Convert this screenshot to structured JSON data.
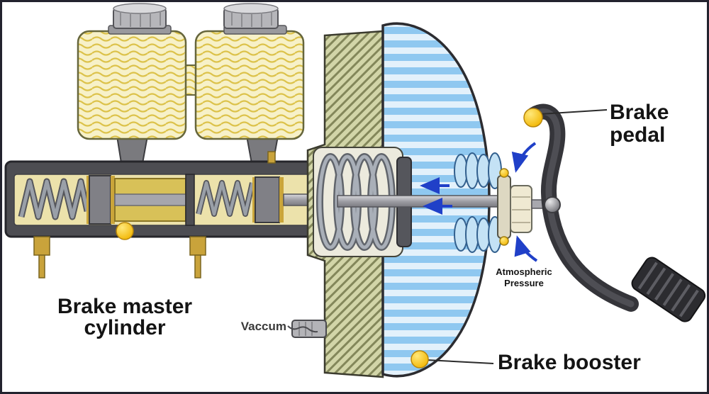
{
  "labels": {
    "brake_pedal": [
      "Brake",
      "pedal"
    ],
    "brake_master_cylinder": [
      "Brake master",
      "cylinder"
    ],
    "vacuum": "Vaccum",
    "atmospheric_pressure": [
      "Atmospheric",
      "Pressure"
    ],
    "brake_booster": "Brake booster"
  },
  "colors": {
    "marker_yellow": "#f2b705",
    "arrow_blue": "#2040c8",
    "booster_stripe_blue": "#8fc8f0",
    "fluid_yellow": "#f7f1c8",
    "brass": "#d8c158",
    "housing_gray": "#4d4d52",
    "flange_olive": "#d2d5a8"
  }
}
